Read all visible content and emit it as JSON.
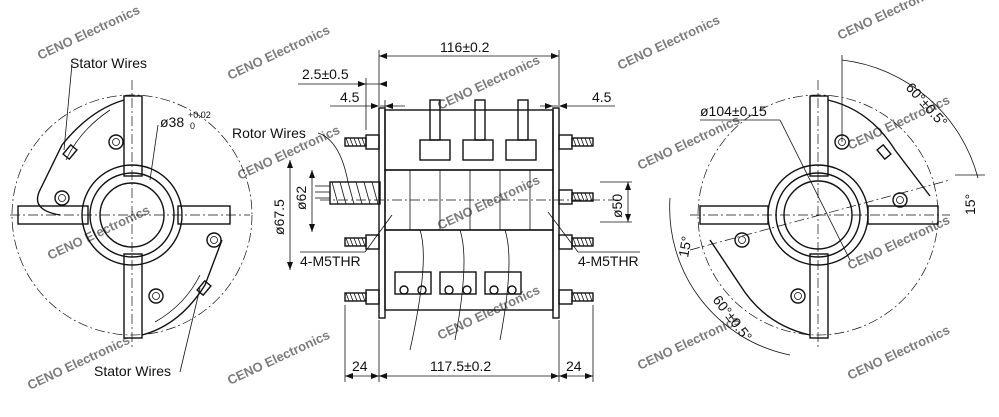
{
  "watermark": "CENO Electronics",
  "labels": {
    "stator_wires_top": "Stator Wires",
    "stator_wires_bottom": "Stator Wires",
    "rotor_wires": "Rotor Wires",
    "thread_left": "4-M5THR",
    "thread_right": "4-M5THR"
  },
  "dimensions": {
    "overall_length": "116±0.2",
    "offset_left": "2.5±0.5",
    "gap_left": "4.5",
    "gap_right": "4.5",
    "bore_diameter": "ø38",
    "bore_tol_upper": "+0.02",
    "bore_tol_lower": "0",
    "flange_diameter": "ø67.5",
    "body_diameter": "ø62",
    "shaft_diameter": "ø50",
    "bottom_left": "24",
    "bottom_mid": "117.5±0.2",
    "bottom_right": "24",
    "bolt_circle": "ø104±0.15",
    "angle_top": "60°±0.5°",
    "angle_right": "15°",
    "angle_left": "15°",
    "angle_bottom": "60°±0.5°"
  }
}
